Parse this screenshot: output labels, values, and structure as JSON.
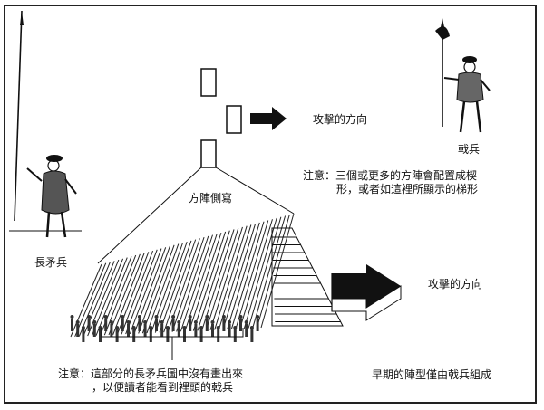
{
  "labels": {
    "attack_direction_top": "攻擊的方向",
    "halberdier": "戟兵",
    "note_top_line1": "注意：三個或更多的方陣會配置成楔",
    "note_top_line2": "形，或者如這裡所顯示的梯形",
    "formation_side_view": "方陣側寫",
    "pikeman": "長矛兵",
    "attack_direction_bottom": "攻擊的方向",
    "note_bottom_line1": "注意：這部分的長矛兵圖中沒有畫出來",
    "note_bottom_line2": "，以便讀者能看到裡頭的戟兵",
    "early_formation_note": "早期的陣型僅由戟兵組成"
  },
  "colors": {
    "ink": "#111111",
    "paper": "#ffffff",
    "frame": "#222222"
  }
}
